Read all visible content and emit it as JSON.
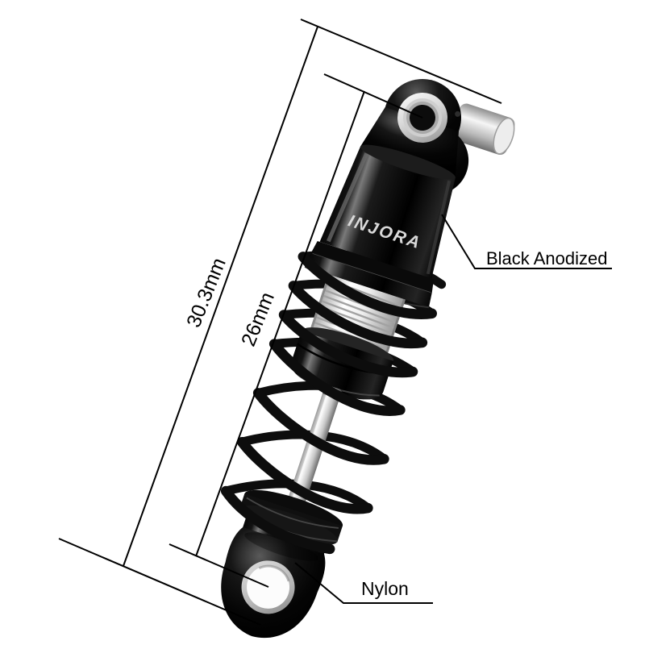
{
  "figure": {
    "background": "#ffffff",
    "product": {
      "brand_logo": "INJORA"
    },
    "annotations": {
      "dimension_a": "30.3mm",
      "dimension_b": "26mm",
      "material_top": "Black Anodized",
      "material_bottom": "Nylon"
    },
    "colors": {
      "line": "#000000",
      "label_text": "#000000",
      "body_black": "#0d0d0d",
      "silver": "#e9e9e9",
      "logo_text": "#d9d9d9"
    }
  }
}
